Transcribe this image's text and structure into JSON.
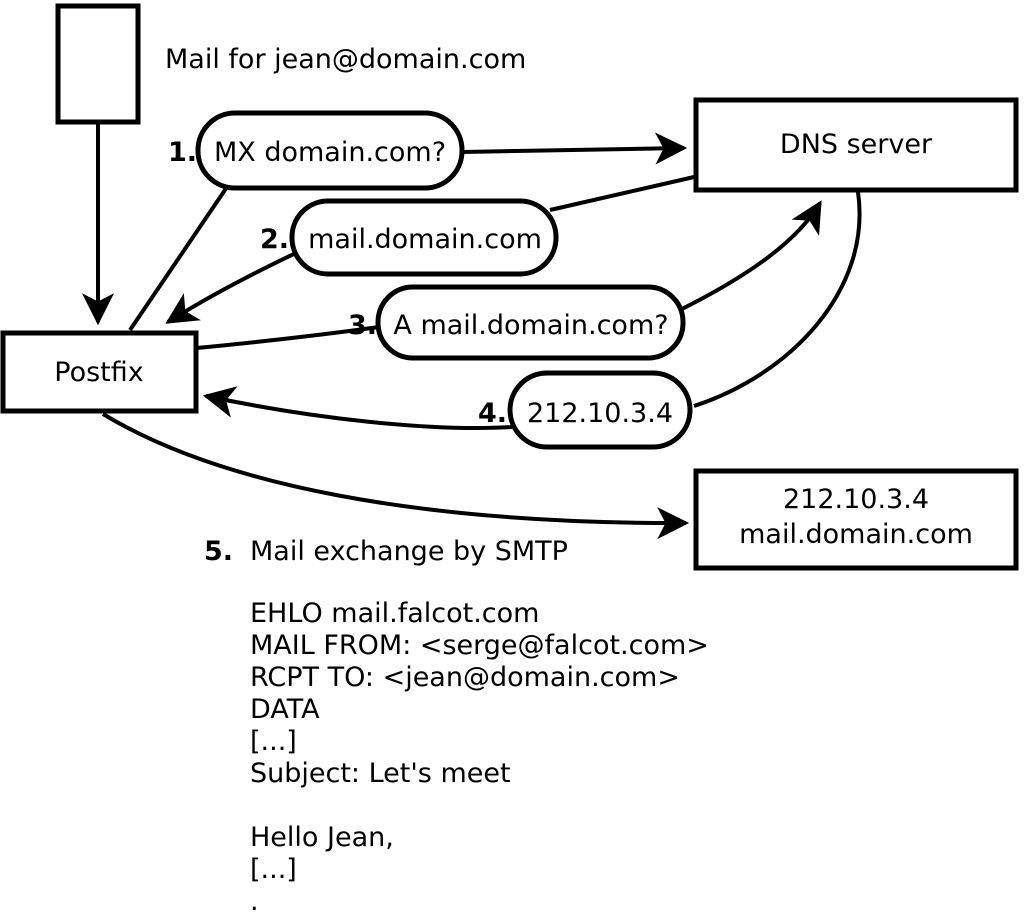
{
  "colors": {
    "foreground": "#000000",
    "background": "#ffffff"
  },
  "diagram": {
    "note": "Mail for jean@domain.com",
    "nodes": {
      "postfix": "Postfix",
      "dns": "DNS server",
      "target": {
        "line1": "212.10.3.4",
        "line2": "mail.domain.com"
      }
    },
    "steps": [
      {
        "num": "1.",
        "label": "MX domain.com?"
      },
      {
        "num": "2.",
        "label": "mail.domain.com"
      },
      {
        "num": "3.",
        "label": "A mail.domain.com?"
      },
      {
        "num": "4.",
        "label": "212.10.3.4"
      },
      {
        "num": "5.",
        "label": "Mail exchange by SMTP"
      }
    ],
    "smtp_session": [
      "EHLO mail.falcot.com",
      "MAIL FROM: <serge@falcot.com>",
      "RCPT TO: <jean@domain.com>",
      "DATA",
      "[...]",
      "Subject: Let's meet",
      "",
      "Hello Jean,",
      "[...]",
      "."
    ]
  }
}
